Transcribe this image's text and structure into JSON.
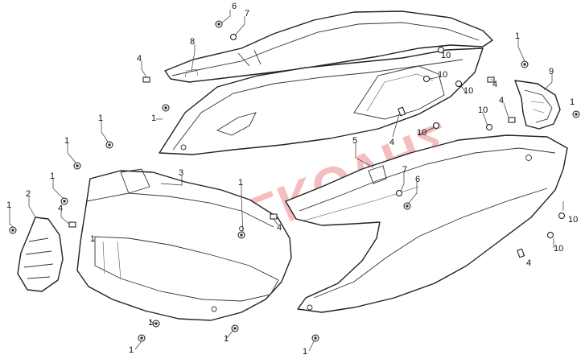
{
  "watermark": "ΓΚΟΡΓΚΟΛΗΣ",
  "callouts": {
    "c1a": "1",
    "c1b": "1",
    "c1c": "1",
    "c1d": "1",
    "c1e": "1",
    "c1f": "1",
    "c1g": "1",
    "c1h": "1",
    "c1i": "1",
    "c1j": "1",
    "c1k": "1",
    "c1l": "1",
    "c1m": "1",
    "c2": "2",
    "c3": "3",
    "c4a": "4",
    "c4b": "4",
    "c4c": "4",
    "c4d": "4",
    "c4e": "4",
    "c4f": "4",
    "c5": "5",
    "c6a": "6",
    "c6b": "6",
    "c7a": "7",
    "c7b": "7",
    "c8": "8",
    "c9": "9",
    "c10a": "10",
    "c10b": "10",
    "c10c": "10",
    "c10d": "10",
    "c10e": "10",
    "c10f": "10",
    "c10g": "10"
  },
  "icons": [
    "screw-icon",
    "clip-nut-icon",
    "washer-icon"
  ]
}
